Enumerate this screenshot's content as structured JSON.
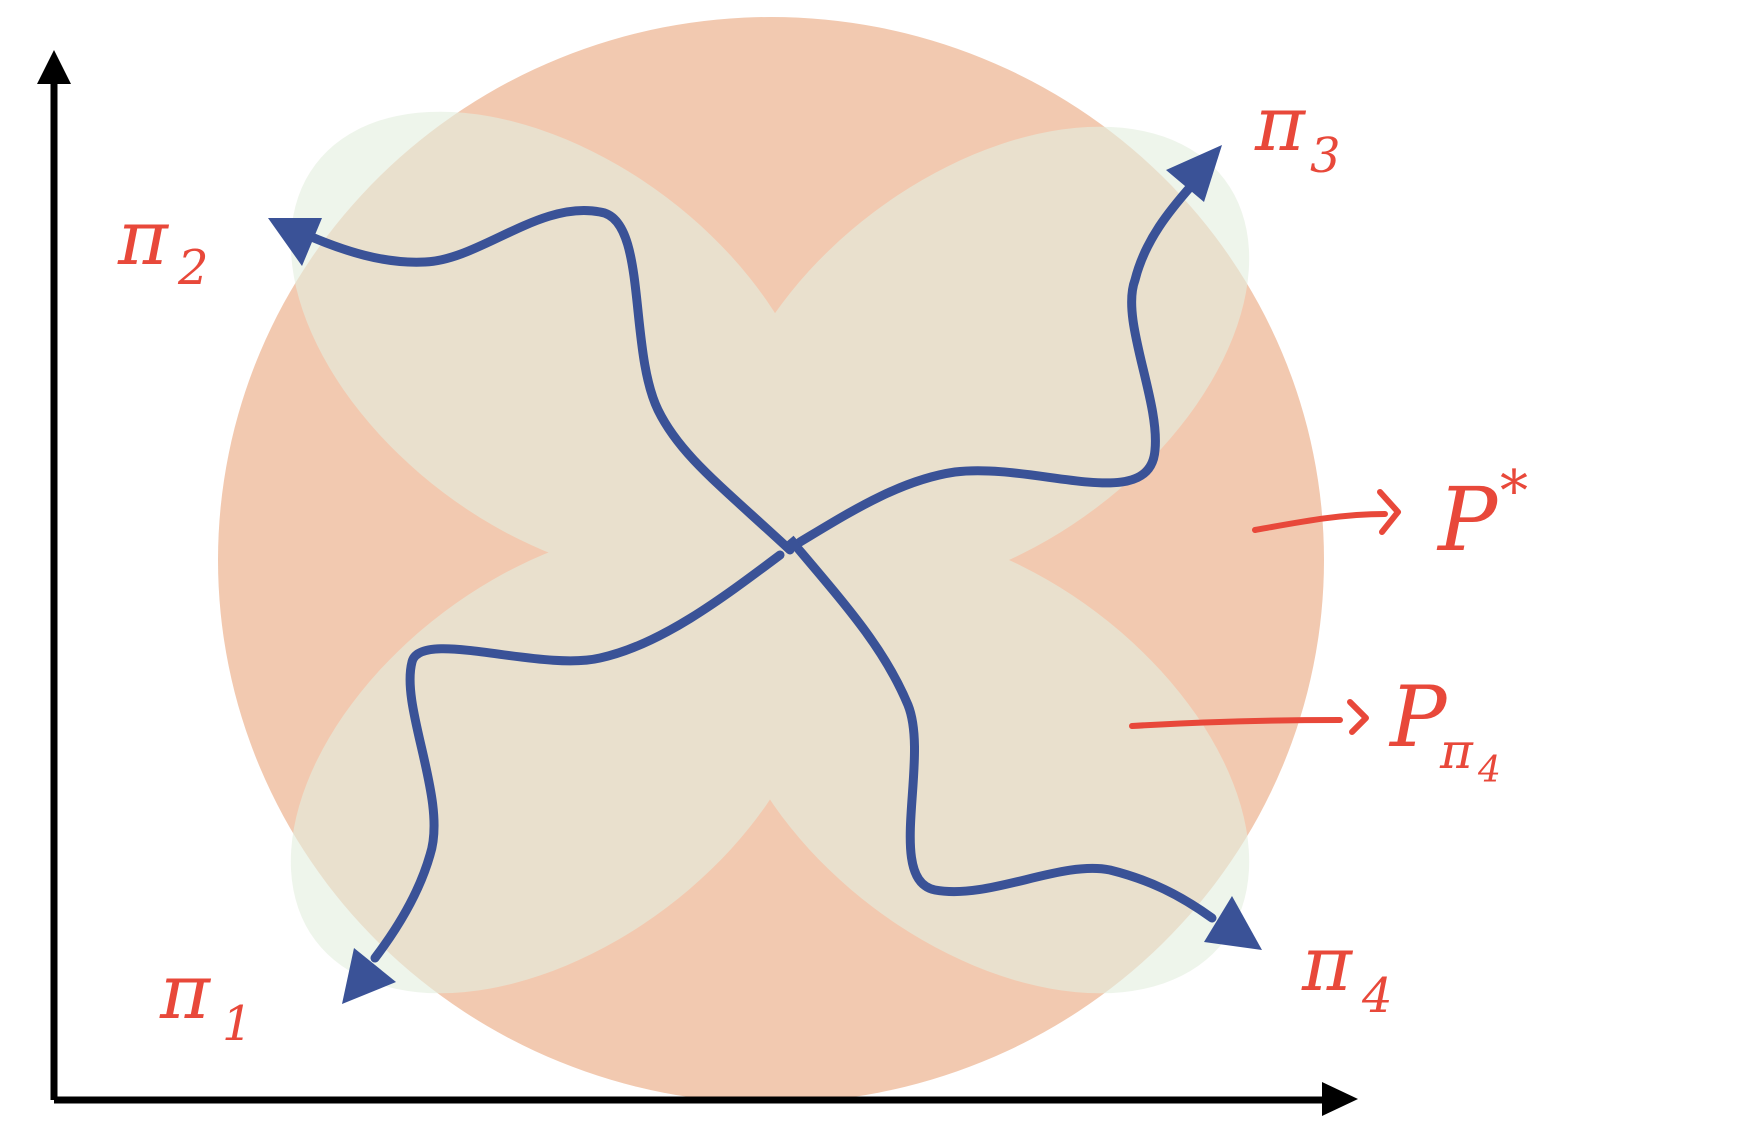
{
  "labels": {
    "pi1": "π",
    "pi1_sub": "1",
    "pi2": "π",
    "pi2_sub": "2",
    "pi3": "π",
    "pi3_sub": "3",
    "pi4": "π",
    "pi4_sub": "4",
    "p_star": "P",
    "p_star_sup": "*",
    "p_pi4": "P",
    "p_pi4_sub1": "π",
    "p_pi4_sub2": "4"
  },
  "colors": {
    "background": "#ffffff",
    "axis": "#000000",
    "outer_distribution": "#f2c9b0",
    "policy_ellipses": "#e8ead6",
    "paths": "#3a5297",
    "annotation": "#e8483a"
  }
}
